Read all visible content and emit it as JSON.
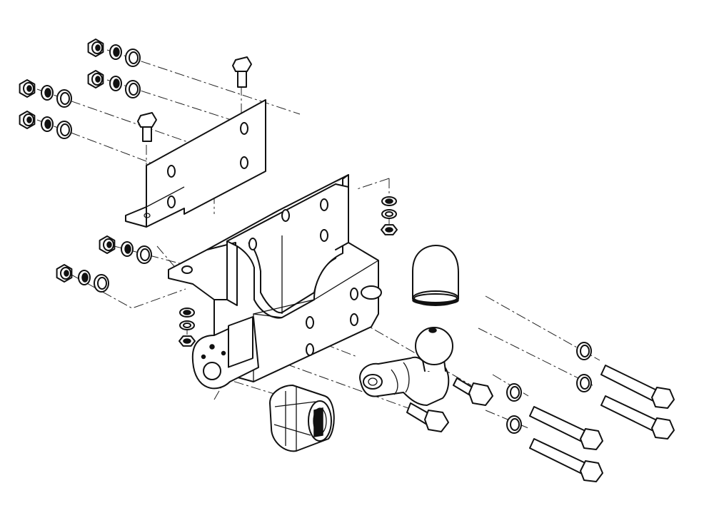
{
  "diagram": {
    "parts": [
      "nut",
      "spring-washer",
      "flat-washer",
      "hex-bolt",
      "mounting-bracket-plate",
      "tow-bar-crossmember",
      "socket-plate",
      "electrical-socket",
      "tow-ball",
      "tow-ball-cover",
      "long-bolt"
    ],
    "colors": {
      "line": "#111111",
      "background": "#ffffff"
    }
  }
}
